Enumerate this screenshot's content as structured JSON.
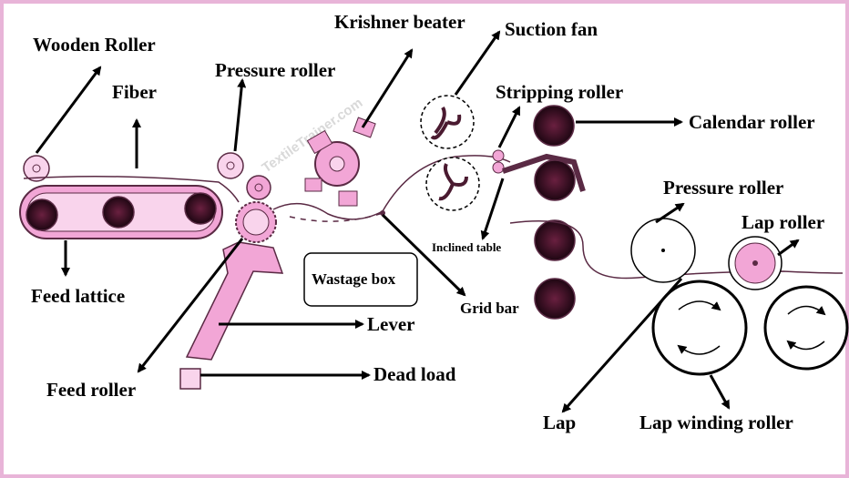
{
  "watermark": "TextileTrainer.com",
  "labels": {
    "wooden_roller": "Wooden Roller",
    "fiber": "Fiber",
    "pressure_roller_left": "Pressure roller",
    "krishner_beater": "Krishner beater",
    "suction_fan": "Suction fan",
    "stripping_roller": "Stripping roller",
    "calendar_roller": "Calendar roller",
    "pressure_roller_right": "Pressure roller",
    "lap_roller": "Lap roller",
    "feed_lattice": "Feed lattice",
    "inclined_table": "Inclined table",
    "wastage_box": "Wastage box",
    "grid_bar": "Grid bar",
    "lever": "Lever",
    "feed_roller": "Feed roller",
    "dead_load": "Dead load",
    "lap": "Lap",
    "lap_winding_roller": "Lap winding roller"
  },
  "colors": {
    "border": "#e8b4d8",
    "pink": "#f2a6d6",
    "pink_light": "#f9d4ec",
    "roller_dark": "#3a0f24",
    "outline": "#5a2a44"
  }
}
